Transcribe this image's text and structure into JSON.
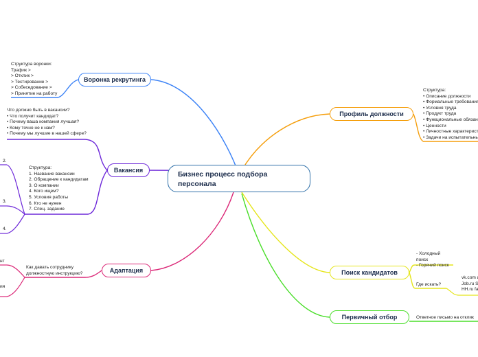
{
  "central": {
    "title": "Бизнес процесс подбора персонала"
  },
  "branches": {
    "funnel": {
      "label": "Воронка рекрутинга",
      "color": "#3b82f6"
    },
    "vacancy": {
      "label": "Вакансия",
      "color": "#6d28d9"
    },
    "adapt": {
      "label": "Адаптация",
      "color": "#db2777"
    },
    "profile": {
      "label": "Профиль должности",
      "color": "#f59e0b"
    },
    "search": {
      "label": "Поиск кандидатов",
      "color": "#e5e51a"
    },
    "primary": {
      "label": "Первичный отбор",
      "color": "#4ade2a"
    }
  },
  "notes": {
    "funnel": "Структура воронки:\nТрафик >\n> Отклик >\n> Тестирование >\n> Собеседование >\n> Принятие на работу",
    "vacancy_q": "Что должно быть в вакансии?\n• Что получит кандидат?\n• Почему ваша компания лучшая?\n• Кому точно не к нам?\n• Почему мы лучшие в нашей сфере?",
    "vacancy_s": "Структура:\n1. Название вакансии\n2. Обращение к кандидатам\n3. О компании\n4. Кого ищем?\n5. Условия работы\n6. Кто не нужен\n7. Спец. задание",
    "edge_2": "2.",
    "edge_3": "3.",
    "edge_4": "4.",
    "edge_nt": "нт",
    "edge_ya": "ия",
    "adapt_q": "Как давать сотруднику\nдолжностную инструкцию?",
    "profile": "Структура:\n• Описание должности\n• Формальные требования\n• Условия труда\n• Продукт труда\n• Функциональные обязанности\n• Ценности\n• Личностные характеристики\n• Задачи на испытательный срок",
    "search_types": "- Холодный\nпоиск\n- Горячий поиск",
    "search_where": "Где искать?",
    "sites": "vk.com и\nJob.ru Su\nHH.ru fa",
    "primary": "Ответное письмо на отклик"
  }
}
